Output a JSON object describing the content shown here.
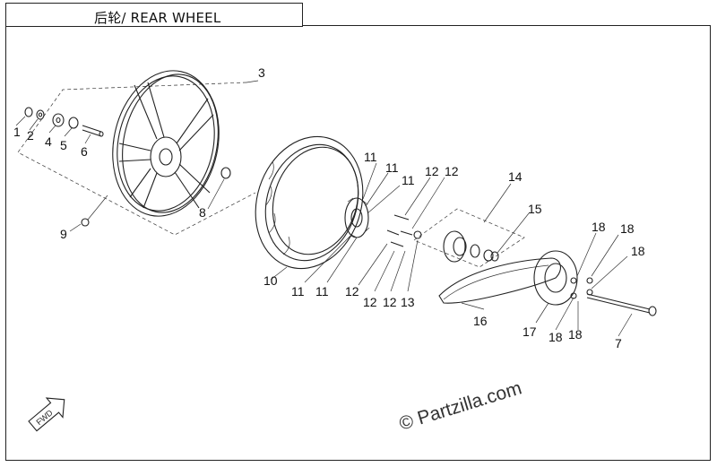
{
  "title": "后轮/ REAR WHEEL",
  "watermark": "© Partzilla.com",
  "front_marker": "FWD",
  "callouts": [
    "1",
    "2",
    "4",
    "5",
    "6",
    "3",
    "9",
    "8",
    "10",
    "11",
    "11",
    "11",
    "11",
    "11",
    "12",
    "12",
    "12",
    "12",
    "12",
    "13",
    "14",
    "15",
    "16",
    "17",
    "18",
    "18",
    "18",
    "18",
    "18",
    "7"
  ]
}
